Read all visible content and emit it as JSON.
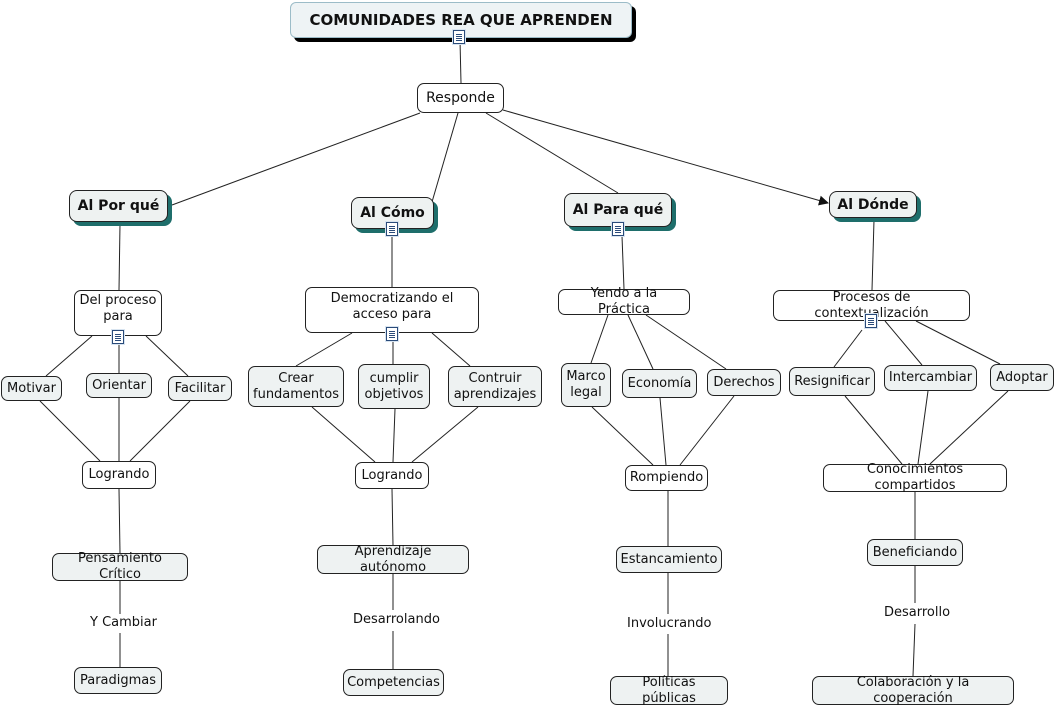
{
  "title": "COMUNIDADES REA QUE APRENDEN",
  "responde": "Responde",
  "porque": {
    "category": "Al Por qué",
    "proceso": "Del proceso para",
    "motivar": "Motivar",
    "orientar": "Orientar",
    "facilitar": "Facilitar",
    "logrando": "Logrando",
    "pensamiento": "Pensamiento Crítico",
    "link": "Y Cambiar",
    "paradigmas": "Paradigmas"
  },
  "como": {
    "category": "Al Cómo",
    "democratizando": "Democratizando el acceso para",
    "crear": "Crear fundamentos",
    "cumplir": "cumplir objetivos",
    "contruir": "Contruir aprendizajes",
    "logrando": "Logrando",
    "aprendizaje": "Aprendizaje autónomo",
    "link": "Desarrolando",
    "competencias": "Competencias"
  },
  "para": {
    "category": "Al Para qué",
    "yendo": "Yendo a la Práctica",
    "marco": "Marco legal",
    "economia": "Economía",
    "derechos": "Derechos",
    "rompiendo": "Rompiendo",
    "estancamiento": "Estancamiento",
    "link": "Involucrando",
    "politicas": "Políticas públicas"
  },
  "donde": {
    "category": "Al Dónde",
    "procesos": "Procesos de contextualización",
    "resignificar": "Resignificar",
    "intercambiar": "Intercambiar",
    "adoptar": "Adoptar",
    "conocimientos": "Conocimientos compartidos",
    "beneficiando": "Beneficiando",
    "link": "Desarrollo",
    "colaboracion": "Colaboración y la cooperación"
  },
  "colors": {
    "line": "#222222",
    "category_shadow": "#1e6e6b",
    "title_border": "#9cbcc8"
  },
  "icons": [
    "document-icon"
  ]
}
